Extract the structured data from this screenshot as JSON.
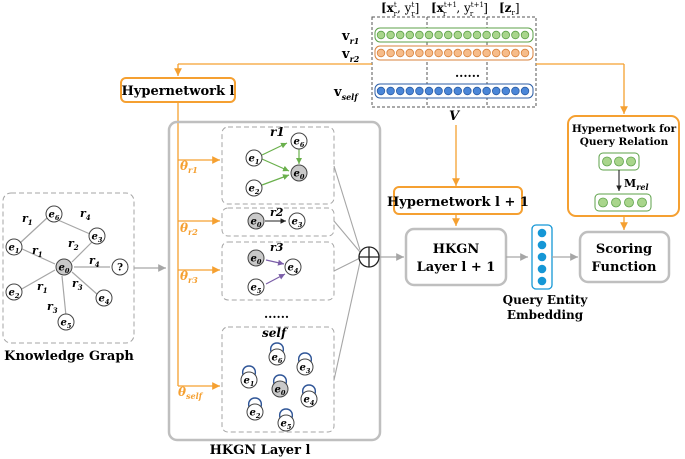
{
  "matrix": {
    "col_headers": [
      "[x",
      "[x",
      "[z"
    ],
    "row_labels": [
      "v",
      "v",
      "v"
    ],
    "row_label_subs": [
      "r1",
      "r2",
      "self"
    ],
    "ellipsis": "......",
    "caption": "V"
  },
  "hypernetwork_l": {
    "label": "Hypernetwork l"
  },
  "hypernetwork_l1": {
    "label": "Hypernetwork l + 1"
  },
  "hypernetwork_query": {
    "line1": "Hypernetwork for",
    "line2": "Query Relation",
    "mrel": "M",
    "mrel_sub": "rel"
  },
  "theta_labels": [
    {
      "base": "θ",
      "sub": "r1"
    },
    {
      "base": "θ",
      "sub": "r2"
    },
    {
      "base": "θ",
      "sub": "r3"
    },
    {
      "base": "θ",
      "sub": "self"
    }
  ],
  "subgraphs": {
    "r1_title": "r1",
    "r2_title": "r2",
    "r3_title": "r3",
    "ellipsis": "......",
    "self_title": "self"
  },
  "hkgn_layer_l1": {
    "line1": "HKGN",
    "line2": "Layer l + 1"
  },
  "scoring": {
    "line1": "Scoring",
    "line2": "Function"
  },
  "query_entity": {
    "line1": "Query Entity",
    "line2": "Embedding"
  },
  "kg_caption": "Knowledge Graph",
  "hkgn_layer_l_caption": "HKGN Layer l",
  "kg": {
    "nodes": [
      "e1",
      "e2",
      "e3",
      "e4",
      "e5",
      "e6",
      "e0",
      "?"
    ],
    "edge_labels": [
      "r1",
      "r4",
      "r1",
      "r2",
      "r4",
      "r1",
      "r3",
      "r3"
    ]
  },
  "colors": {
    "orange": "#F5A031",
    "green_fill": "#A9D58C",
    "green_stroke": "#5EA24A",
    "orange_fill": "#F6BC8A",
    "orange_stroke": "#D9833E",
    "blue_fill": "#4A86D8",
    "blue_stroke": "#2C5EA6",
    "gray_fill": "#C9C9C9",
    "edge_green": "#6AB04C",
    "edge_purple": "#7B5EA8",
    "loop_blue": "#2F5597",
    "query_blue": "#1597D6"
  }
}
